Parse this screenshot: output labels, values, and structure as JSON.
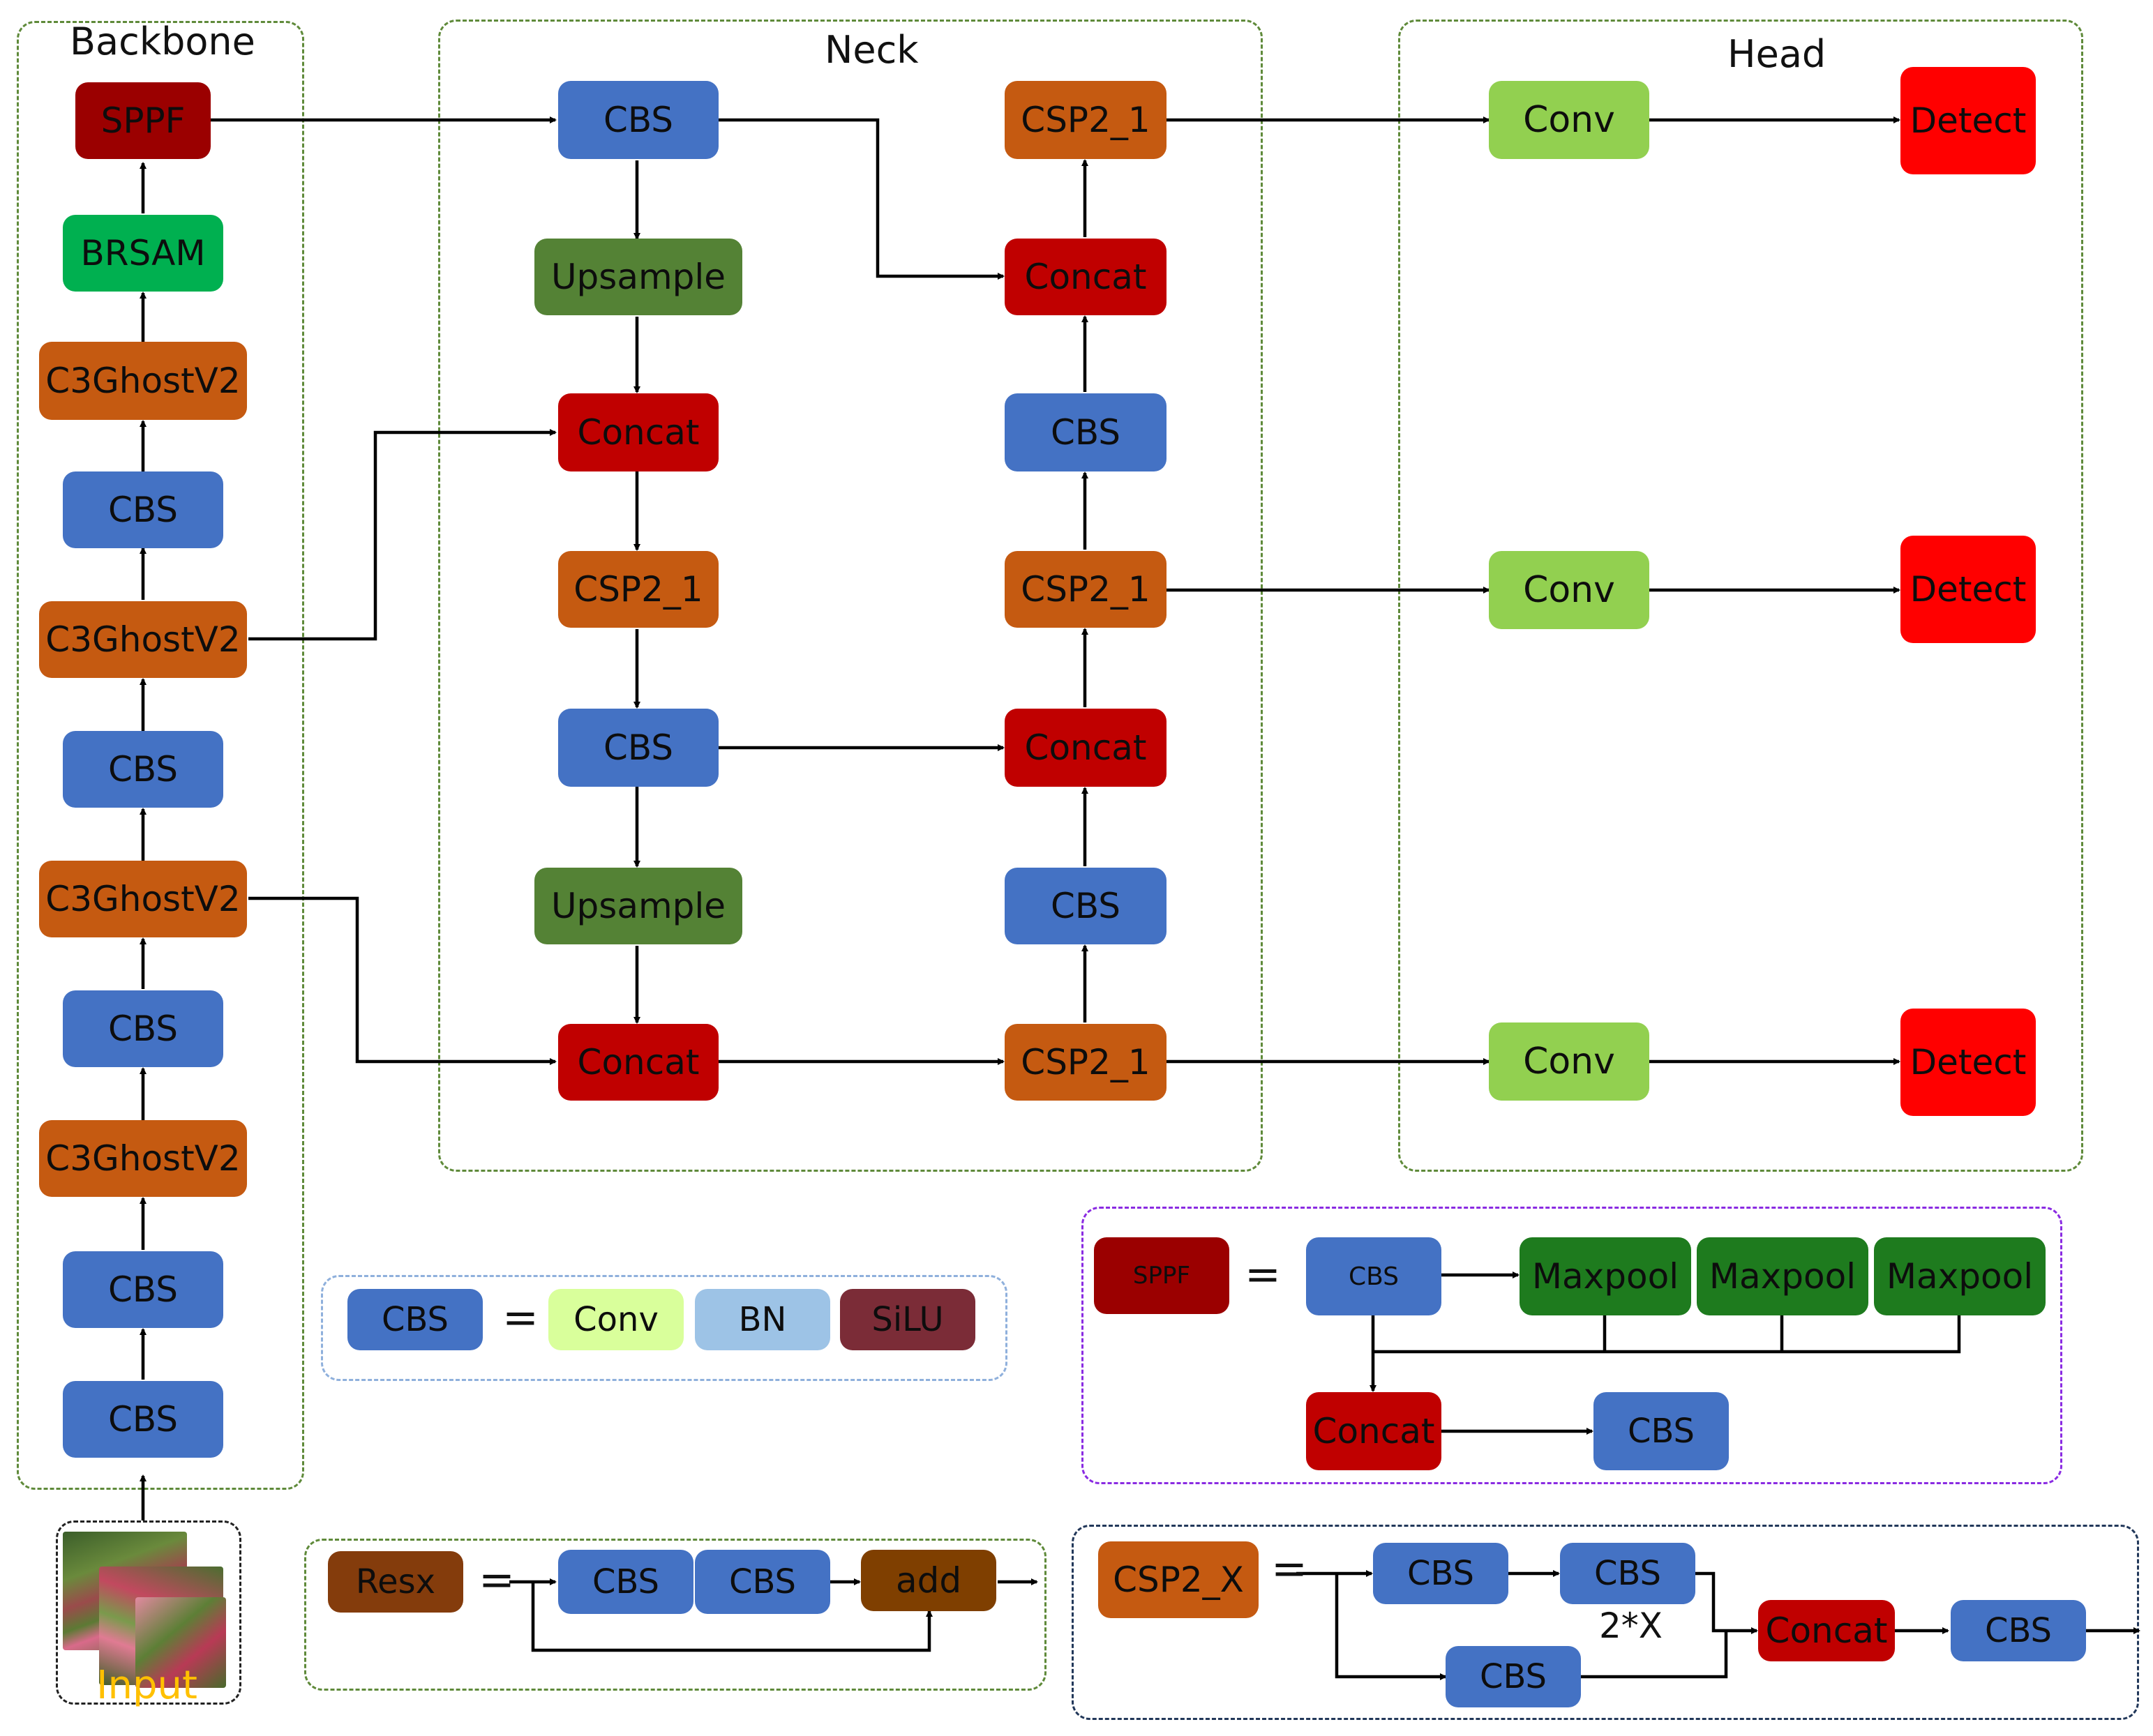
{
  "sections": {
    "backbone": "Backbone",
    "neck": "Neck",
    "head": "Head"
  },
  "colors": {
    "cbs": "#4472c4",
    "c3": "#c55a11",
    "concat": "#c00000",
    "upsample": "#548235",
    "conv": "#92d050",
    "detect": "#ff0000",
    "brsam": "#00b050",
    "sppf": "#9b0000",
    "bn": "#9dc3e6",
    "silu": "#7b2c37",
    "convlight": "#d9ff9b",
    "maxpool": "#1e7b1e",
    "resx": "#843c0c",
    "add": "#7f3f00",
    "input_label": "#ffc000"
  },
  "backbone": {
    "sppf": "SPPF",
    "brsam": "BRSAM",
    "c3_1": "C3GhostV2",
    "cbs_1": "CBS",
    "c3_2": "C3GhostV2",
    "cbs_2": "CBS",
    "c3_3": "C3GhostV2",
    "cbs_3": "CBS",
    "c3_4": "C3GhostV2",
    "cbs_4": "CBS",
    "cbs_5": "CBS"
  },
  "input": {
    "label": "Input"
  },
  "neck": {
    "cbs_top": "CBS",
    "upsample_1": "Upsample",
    "concat_1": "Concat",
    "csp_1": "CSP2_1",
    "cbs_mid": "CBS",
    "upsample_2": "Upsample",
    "concat_2": "Concat",
    "csp_top": "CSP2_1",
    "concat_top": "Concat",
    "cbs_r1": "CBS",
    "csp_mid": "CSP2_1",
    "concat_mid": "Concat",
    "cbs_r2": "CBS",
    "csp_bot": "CSP2_1"
  },
  "head": {
    "conv_1": "Conv",
    "detect_1": "Detect",
    "conv_2": "Conv",
    "detect_2": "Detect",
    "conv_3": "Conv",
    "detect_3": "Detect"
  },
  "legend_cbs": {
    "cbs": "CBS",
    "eq": "=",
    "conv": "Conv",
    "bn": "BN",
    "silu": "SiLU"
  },
  "legend_sppf": {
    "sppf": "SPPF",
    "eq": "=",
    "cbs_1": "CBS",
    "maxpool": "Maxpool",
    "concat": "Concat",
    "cbs_2": "CBS"
  },
  "legend_resx": {
    "resx": "Resx",
    "eq": "=",
    "cbs": "CBS",
    "add": "add"
  },
  "legend_csp": {
    "csp": "CSP2_X",
    "eq": "=",
    "cbs": "CBS",
    "repeat": "2*X",
    "concat": "Concat"
  }
}
